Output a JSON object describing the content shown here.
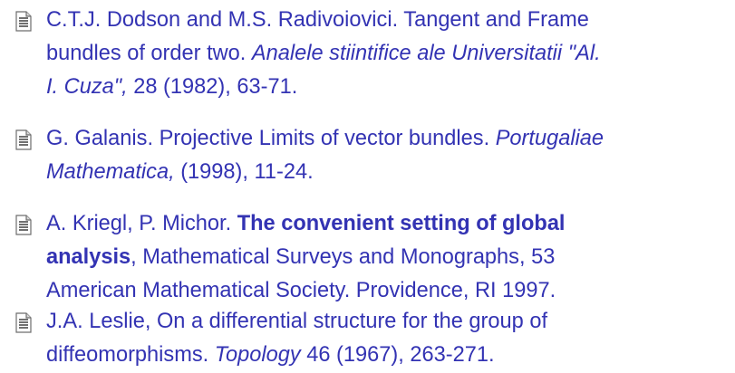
{
  "bibliography": {
    "icon_name": "book-icon",
    "text_color": "#3333b3",
    "entries": [
      {
        "line1": "C.T.J. Dodson and M.S. Radivoiovici. Tangent and Frame",
        "line2": "bundles of order two.",
        "journal_part1": "Analele stiintifice ale Universitatii \"Al.",
        "journal_part2": "I. Cuza\",",
        "details": "28 (1982), 63-71."
      },
      {
        "line1": "G. Galanis. Projective Limits of vector bundles.",
        "journal_part1": "Portugaliae",
        "journal_part2": "Mathematica,",
        "details": "(1998), 11-24."
      },
      {
        "authors": "A. Kriegl, P. Michor.",
        "title_part1": "The convenient setting of global",
        "title_part2": "analysis",
        "line2_rest": ", Mathematical Surveys and Monographs, 53",
        "line3": "American Mathematical Society. Providence, RI 1997."
      },
      {
        "line1": "J.A. Leslie, On a differential structure for the group of",
        "line2": "diffeomorphisms.",
        "journal": "Topology",
        "details": "46 (1967), 263-271."
      }
    ]
  }
}
